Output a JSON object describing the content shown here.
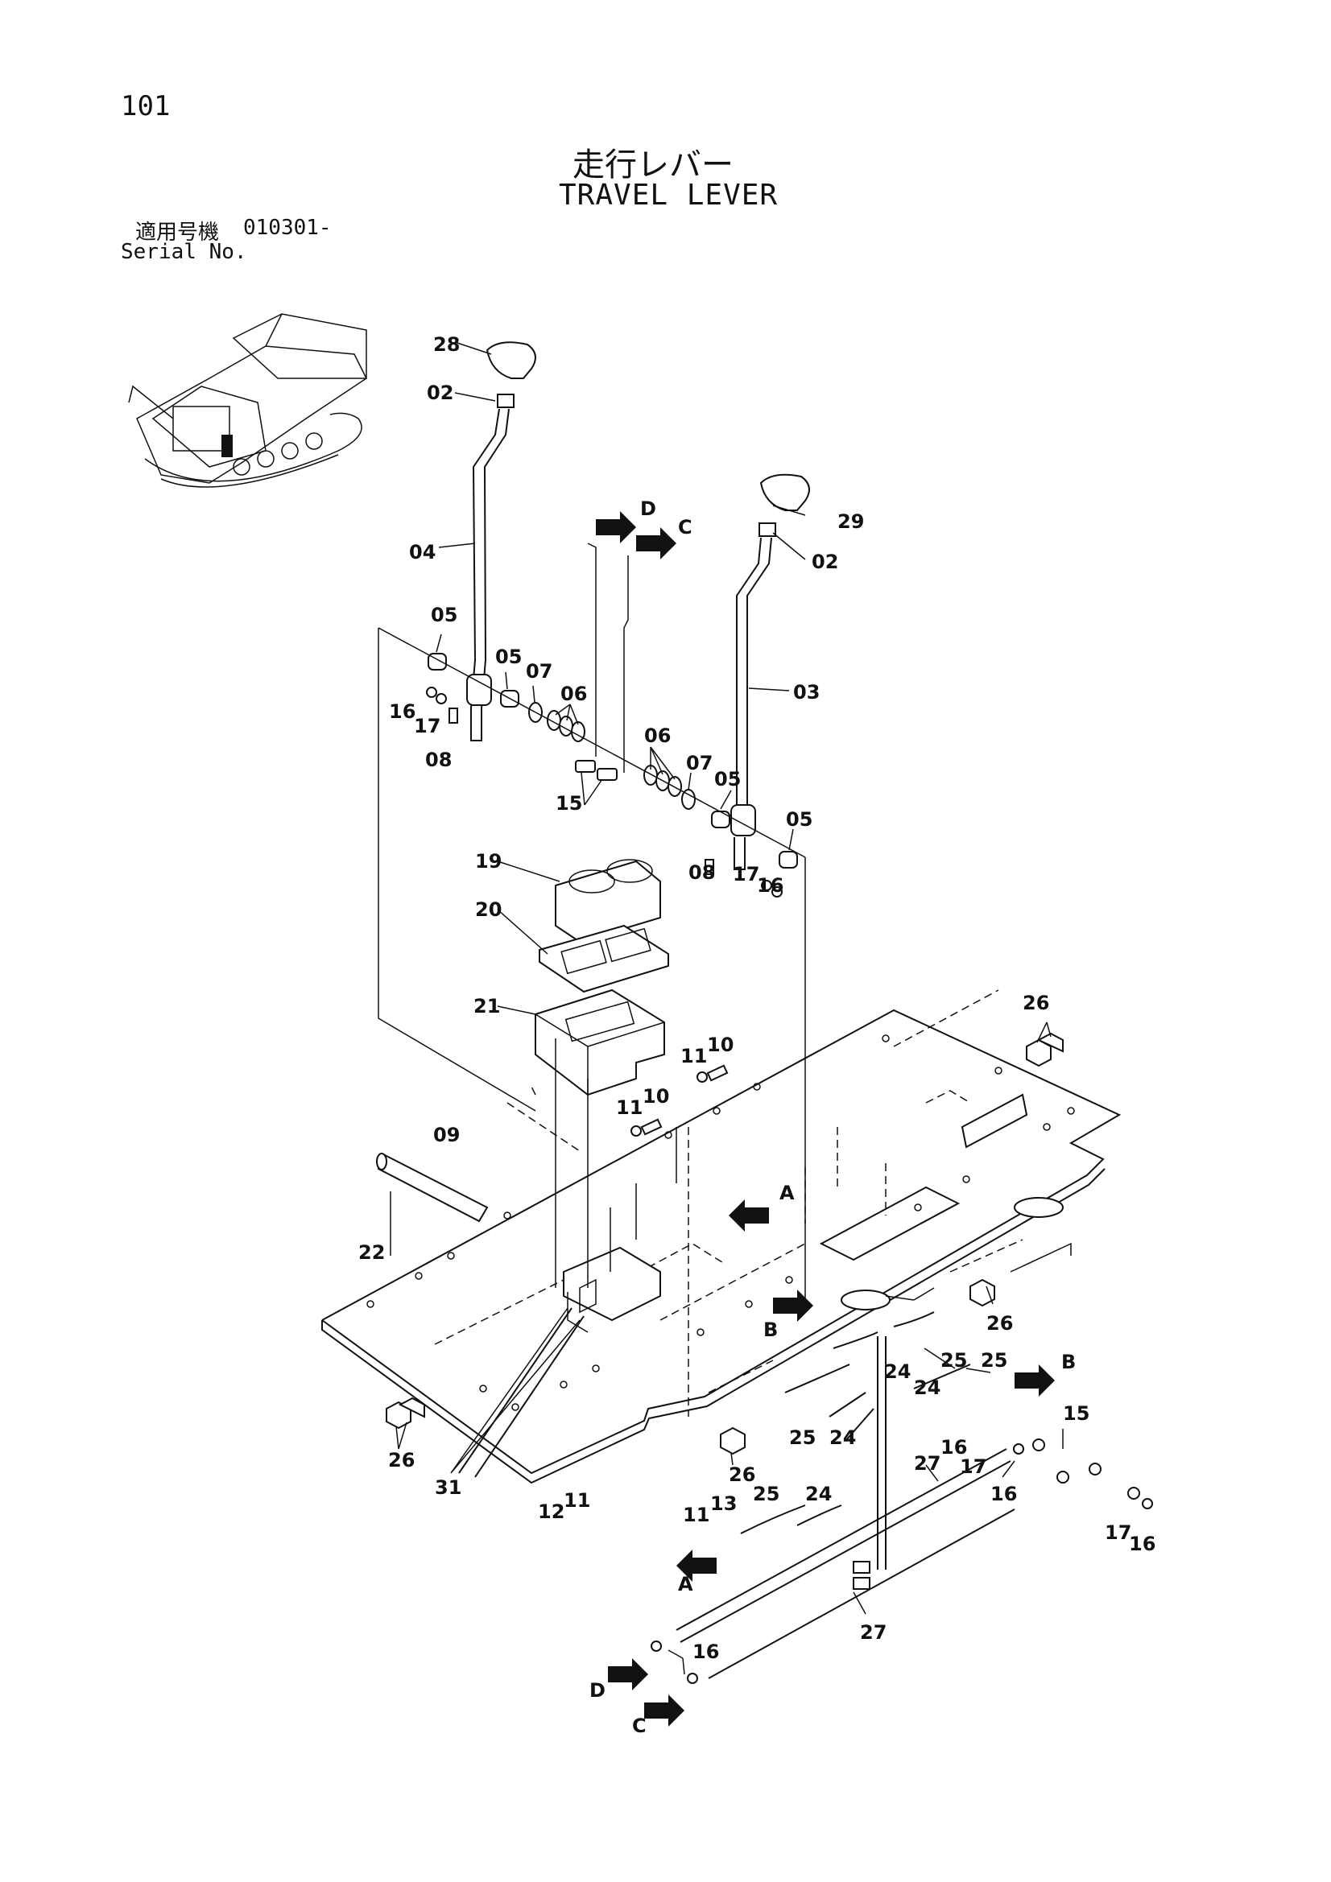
{
  "header": {
    "page_number": "101",
    "title_jp": "走行レバー",
    "title_en": "TRAVEL LEVER",
    "serial_jp": "適用号機",
    "serial_value": "010301-",
    "serial_en": "Serial No."
  },
  "callouts": {
    "p28": "28",
    "p02a": "02",
    "p04": "04",
    "p29": "29",
    "p02b": "02",
    "p03": "03",
    "p05a": "05",
    "p05b": "05",
    "p07a": "07",
    "p06a": "06",
    "p16a": "16",
    "p17a": "17",
    "p08a": "08",
    "p15a": "15",
    "p06b": "06",
    "p07b": "07",
    "p05c": "05",
    "p05d": "05",
    "p08b": "08",
    "p17b": "17",
    "p16b": "16",
    "p19": "19",
    "p20": "20",
    "p21": "21",
    "p11a": "11",
    "p10a": "10",
    "p11b": "11",
    "p10b": "10",
    "p09": "09",
    "p22": "22",
    "p26a": "26",
    "p26b": "26",
    "p26c": "26",
    "p26d": "26",
    "p31": "31",
    "p12": "12",
    "p11c": "11",
    "p11d": "11",
    "p13": "13",
    "p24a": "24",
    "p25a": "25",
    "p24b": "24",
    "p25b": "25",
    "p25c": "25",
    "p24c": "24",
    "p25d": "25",
    "p24d": "24",
    "p16c": "16",
    "p17c": "17",
    "p15b": "15",
    "p27a": "27",
    "p16d": "16",
    "p17d": "17",
    "p16e": "16",
    "p27b": "27",
    "p16f": "16"
  },
  "arrows": {
    "D_top": "D",
    "C_top": "C",
    "A_mid": "A",
    "B_mid": "B",
    "B_right": "B",
    "A_low": "A",
    "D_bottom": "D",
    "C_bottom": "C"
  }
}
